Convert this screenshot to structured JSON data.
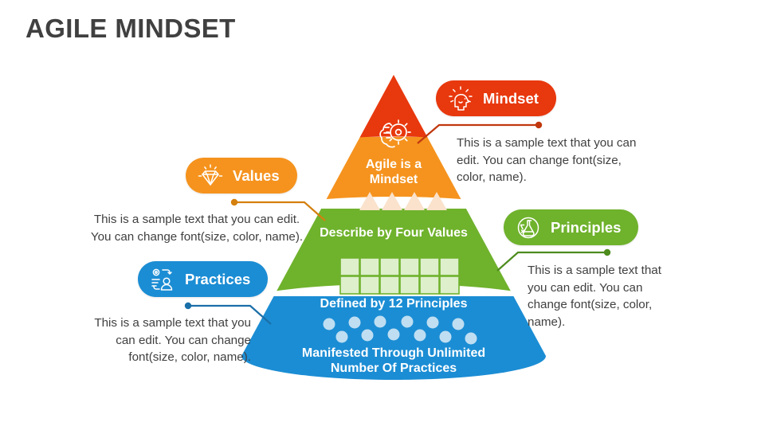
{
  "slide": {
    "title": "AGILE MINDSET",
    "background": "#FFFFFF",
    "title_color": "#404040"
  },
  "colors": {
    "mindset": "#E8380D",
    "values": "#F5931E",
    "principles": "#6FB22C",
    "practices": "#1B8DD4",
    "triangle_fill": "#FAE2CC",
    "square_fill": "#DDEFCB",
    "dot_fill": "#BFDEF2"
  },
  "pyramid": {
    "levels": [
      {
        "key": "mindset",
        "label": "Agile is a\nMindset",
        "label_line1": "Agile is a",
        "label_line2": "Mindset",
        "color": "#E8380D",
        "icon": "brain-gear-icon",
        "motif": "none",
        "motif_count": 0
      },
      {
        "key": "values",
        "label": "Describe by Four Values",
        "color": "#F5931E",
        "icon": "triangles-icon",
        "motif": "triangle",
        "motif_count": 4
      },
      {
        "key": "principles",
        "label": "Defined by 12 Principles",
        "color": "#6FB22C",
        "icon": "squares-icon",
        "motif": "square",
        "motif_count": 12
      },
      {
        "key": "practices",
        "label_line1": "Manifested Through Unlimited",
        "label_line2": "Number Of Practices",
        "label": "Manifested Through Unlimited Number Of Practices",
        "color": "#1B8DD4",
        "icon": "dots-icon",
        "motif": "dot",
        "motif_count": 12
      }
    ]
  },
  "badges": [
    {
      "key": "mindset",
      "label": "Mindset",
      "icon": "head-idea-icon",
      "color": "#E8380D"
    },
    {
      "key": "values",
      "label": "Values",
      "icon": "diamond-gem-icon",
      "color": "#F5931E"
    },
    {
      "key": "principles",
      "label": "Principles",
      "icon": "flask-science-icon",
      "color": "#6FB22C"
    },
    {
      "key": "practices",
      "label": "Practices",
      "icon": "person-gear-icon",
      "color": "#1B8DD4"
    }
  ],
  "descriptions": {
    "mindset": "This is a sample text that you can edit. You can change font(size, color, name).",
    "values": "This is a sample text that you can edit. You can change font(size, color, name).",
    "principles": "This is a sample text that you can edit. You can change font(size, color, name).",
    "practices": "This is a sample text that you can edit. You can change font(size, color, name)."
  }
}
